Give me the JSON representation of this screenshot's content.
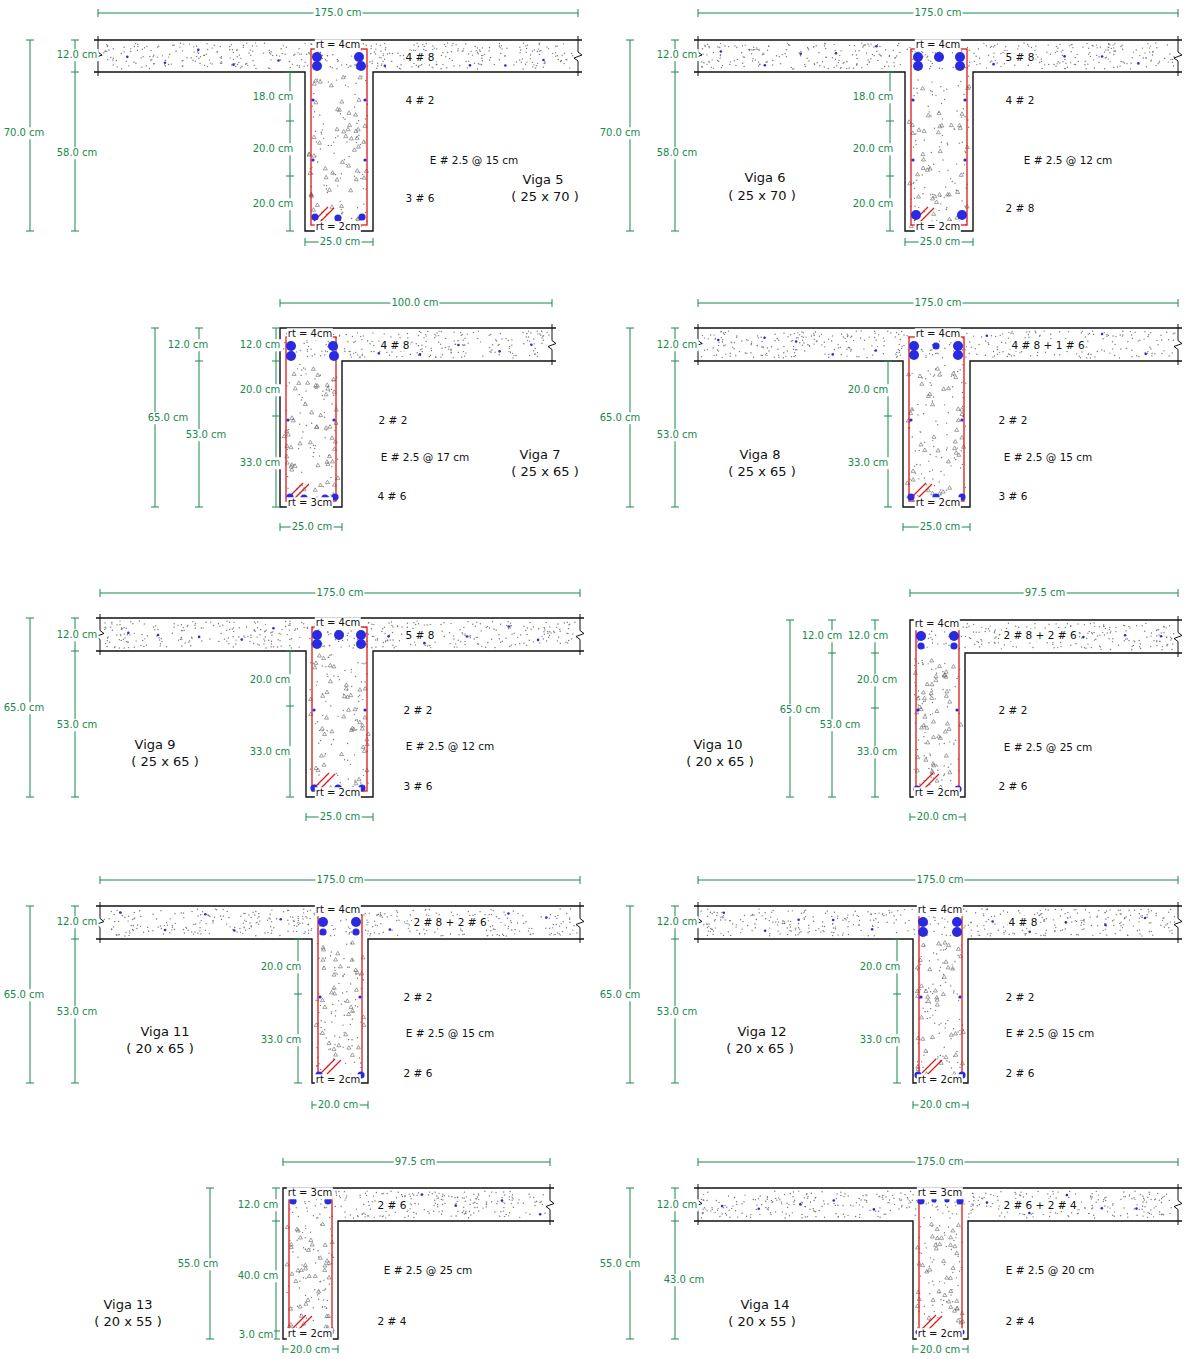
{
  "diagram": {
    "labels": [
      "175.0 cm",
      "rt = 4cm",
      "12.0 cm",
      "4 # 8",
      "18.0 cm",
      "4 # 2",
      "70.0 cm",
      "20.0 cm",
      "58.0 cm",
      "E # 2.5 @ 15 cm",
      "Viga 5",
      "( 25 x 70 )",
      "20.0 cm",
      "3 # 6",
      "rt = 2cm",
      "25.0 cm",
      "175.0 cm",
      "rt = 4cm",
      "12.0 cm",
      "5 # 8",
      "18.0 cm",
      "4 # 2",
      "70.0 cm",
      "20.0 cm",
      "58.0 cm",
      "E # 2.5 @ 12 cm",
      "Viga 6",
      "( 25 x 70 )",
      "20.0 cm",
      "2 # 8",
      "rt = 2cm",
      "25.0 cm",
      "100.0 cm",
      "12.0 cm",
      "12.0 cm",
      "rt = 4cm",
      "4 # 8",
      "20.0 cm",
      "65.0 cm",
      "2 # 2",
      "53.0 cm",
      "E # 2.5 @ 17 cm",
      "Viga 7",
      "( 25 x 65 )",
      "33.0 cm",
      "4 # 6",
      "rt = 3cm",
      "25.0 cm",
      "175.0 cm",
      "12.0 cm",
      "rt = 4cm",
      "4 # 8 + 1 # 6",
      "20.0 cm",
      "65.0 cm",
      "2 # 2",
      "53.0 cm",
      "Viga 8",
      "( 25 x 65 )",
      "E # 2.5 @ 15 cm",
      "33.0 cm",
      "3 # 6",
      "rt = 2cm",
      "25.0 cm",
      "175.0 cm",
      "rt = 4cm",
      "12.0 cm",
      "5 # 8",
      "20.0 cm",
      "65.0 cm",
      "2 # 2",
      "53.0 cm",
      "Viga 9",
      "( 25 x 65 )",
      "E # 2.5 @ 12 cm",
      "33.0 cm",
      "3 # 6",
      "rt = 2cm",
      "25.0 cm",
      "97.5 cm",
      "rt = 4cm",
      "12.0 cm",
      "12.0 cm",
      "2 # 8 + 2 # 6",
      "20.0 cm",
      "65.0 cm",
      "2 # 2",
      "53.0 cm",
      "Viga 10",
      "( 20 x 65 )",
      "E # 2.5 @ 25 cm",
      "33.0 cm",
      "2 # 6",
      "rt = 2cm",
      "20.0 cm",
      "175.0 cm",
      "rt = 4cm",
      "12.0 cm",
      "2 # 8 + 2 # 6",
      "20.0 cm",
      "65.0 cm",
      "2 # 2",
      "53.0 cm",
      "Viga 11",
      "( 20 x 65 )",
      "E # 2.5 @ 15 cm",
      "33.0 cm",
      "2 # 6",
      "rt = 2cm",
      "20.0 cm",
      "175.0 cm",
      "rt = 4cm",
      "12.0 cm",
      "4 # 8",
      "20.0 cm",
      "65.0 cm",
      "2 # 2",
      "53.0 cm",
      "Viga 12",
      "( 20 x 65 )",
      "E # 2.5 @ 15 cm",
      "33.0 cm",
      "2 # 6",
      "rt = 2cm",
      "20.0 cm",
      "97.5 cm",
      "rt = 3cm",
      "12.0 cm",
      "2 # 6",
      "55.0 cm",
      "E # 2.5 @ 25 cm",
      "40.0 cm",
      "Viga 13",
      "( 20 x 55 )",
      "2 # 4",
      "3.0 cm",
      "rt = 2cm",
      "20.0 cm",
      "175.0 cm",
      "rt = 3cm",
      "12.0 cm",
      "2 # 6 + 2 # 4",
      "55.0 cm",
      "E # 2.5 @ 20 cm",
      "43.0 cm",
      "Viga 14",
      "( 20 x 55 )",
      "2 # 4",
      "rt = 2cm",
      "20.0 cm"
    ]
  }
}
